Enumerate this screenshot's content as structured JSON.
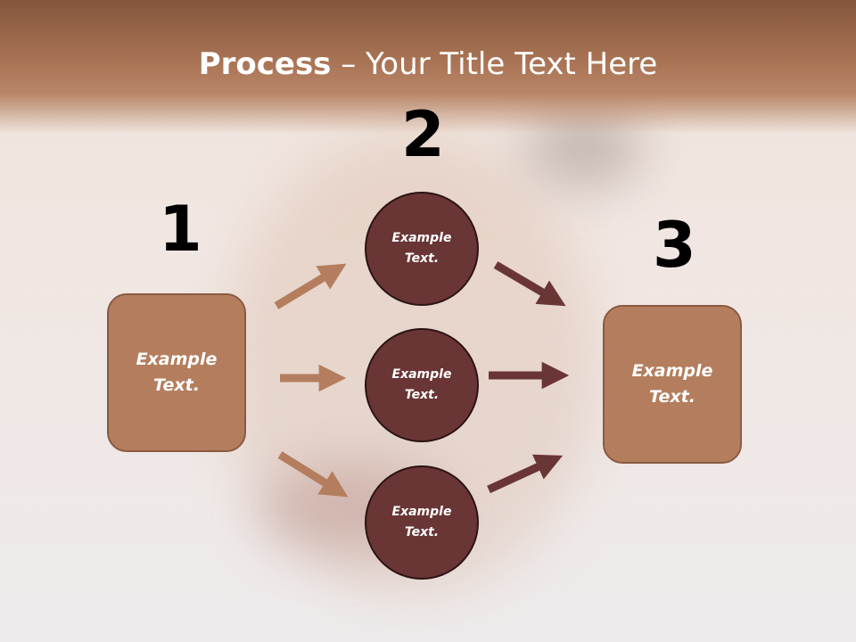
{
  "title": {
    "bold": "Process",
    "rest": " – Your Title Text Here"
  },
  "steps": {
    "step1": {
      "number": "1",
      "text_line1": "Example",
      "text_line2": "Text."
    },
    "step2": {
      "number": "2",
      "circles": [
        {
          "line1": "Example",
          "line2": "Text."
        },
        {
          "line1": "Example",
          "line2": "Text."
        },
        {
          "line1": "Example",
          "line2": "Text."
        }
      ]
    },
    "step3": {
      "number": "3",
      "text_line1": "Example",
      "text_line2": "Text."
    }
  },
  "colors": {
    "title_bar": "#a87354",
    "box_fill": "#b47e5e",
    "circle_fill": "#6a3535",
    "arrow_in": "#b47e5e",
    "arrow_out": "#6a3535"
  }
}
